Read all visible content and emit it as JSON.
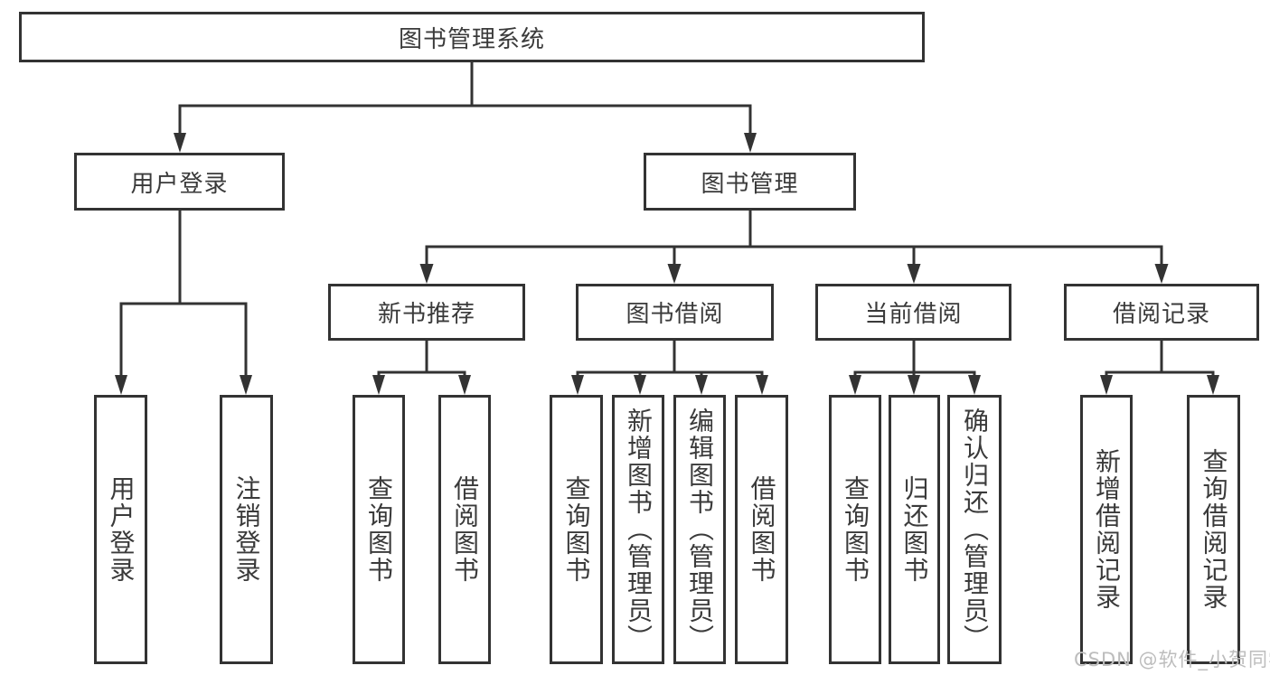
{
  "root": {
    "label": "图书管理系统"
  },
  "level2": [
    {
      "label": "用户登录"
    },
    {
      "label": "图书管理"
    }
  ],
  "level3": [
    {
      "label": "新书推荐"
    },
    {
      "label": "图书借阅"
    },
    {
      "label": "当前借阅"
    },
    {
      "label": "借阅记录"
    }
  ],
  "leaves": [
    {
      "label": "用户登录"
    },
    {
      "label": "注销登录"
    },
    {
      "label": "查询图书"
    },
    {
      "label": "借阅图书"
    },
    {
      "label": "查询图书"
    },
    {
      "label": "新增图书（管理员）"
    },
    {
      "label": "编辑图书（管理员）"
    },
    {
      "label": "借阅图书"
    },
    {
      "label": "查询图书"
    },
    {
      "label": "归还图书"
    },
    {
      "label": "确认归还（管理员）"
    },
    {
      "label": "新增借阅记录"
    },
    {
      "label": "查询借阅记录"
    }
  ],
  "watermark": {
    "text": "CSDN @软件_小贺同学"
  },
  "colors": {
    "line": "#333333",
    "text": "#3a3a3a",
    "background": "#ffffff",
    "watermark": "#bdbdbd"
  }
}
